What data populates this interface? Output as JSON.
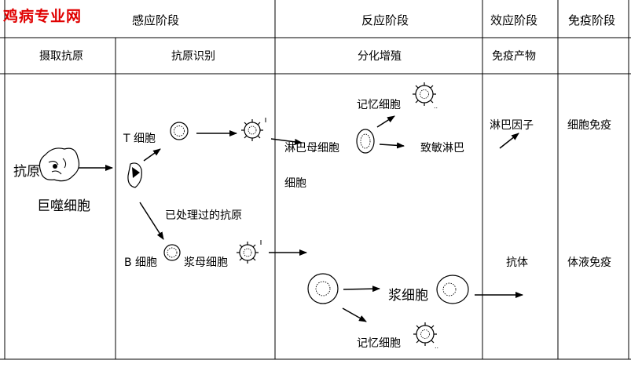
{
  "watermark": "鸡病专业网",
  "headers": {
    "stage1": "感应阶段",
    "stage2": "反应阶段",
    "stage3": "效应阶段",
    "stage4": "免疫阶段"
  },
  "subheaders": {
    "col1": "摄取抗原",
    "col2": "抗原识别",
    "col3": "分化增殖",
    "col4": "免疫产物"
  },
  "labels": {
    "antigen": "抗原",
    "macrophage": "巨噬细胞",
    "t_cell": "T 细胞",
    "b_cell": "B 细胞",
    "processed_antigen": "已处理过的抗原",
    "plasmablast": "浆母细胞",
    "memory_cell_top": "记忆细胞",
    "memory_cell_bottom": "记忆细胞",
    "lymphoblast_a": "淋巴母细胞",
    "lymphoblast_b": "细胞",
    "sensitized_a": "致敏淋巴",
    "plasma_cell": "浆细胞",
    "lymphokine": "淋巴因子",
    "antibody": "抗体",
    "cellular_immunity": "细胞免疫",
    "humoral_immunity": "体液免疫"
  }
}
